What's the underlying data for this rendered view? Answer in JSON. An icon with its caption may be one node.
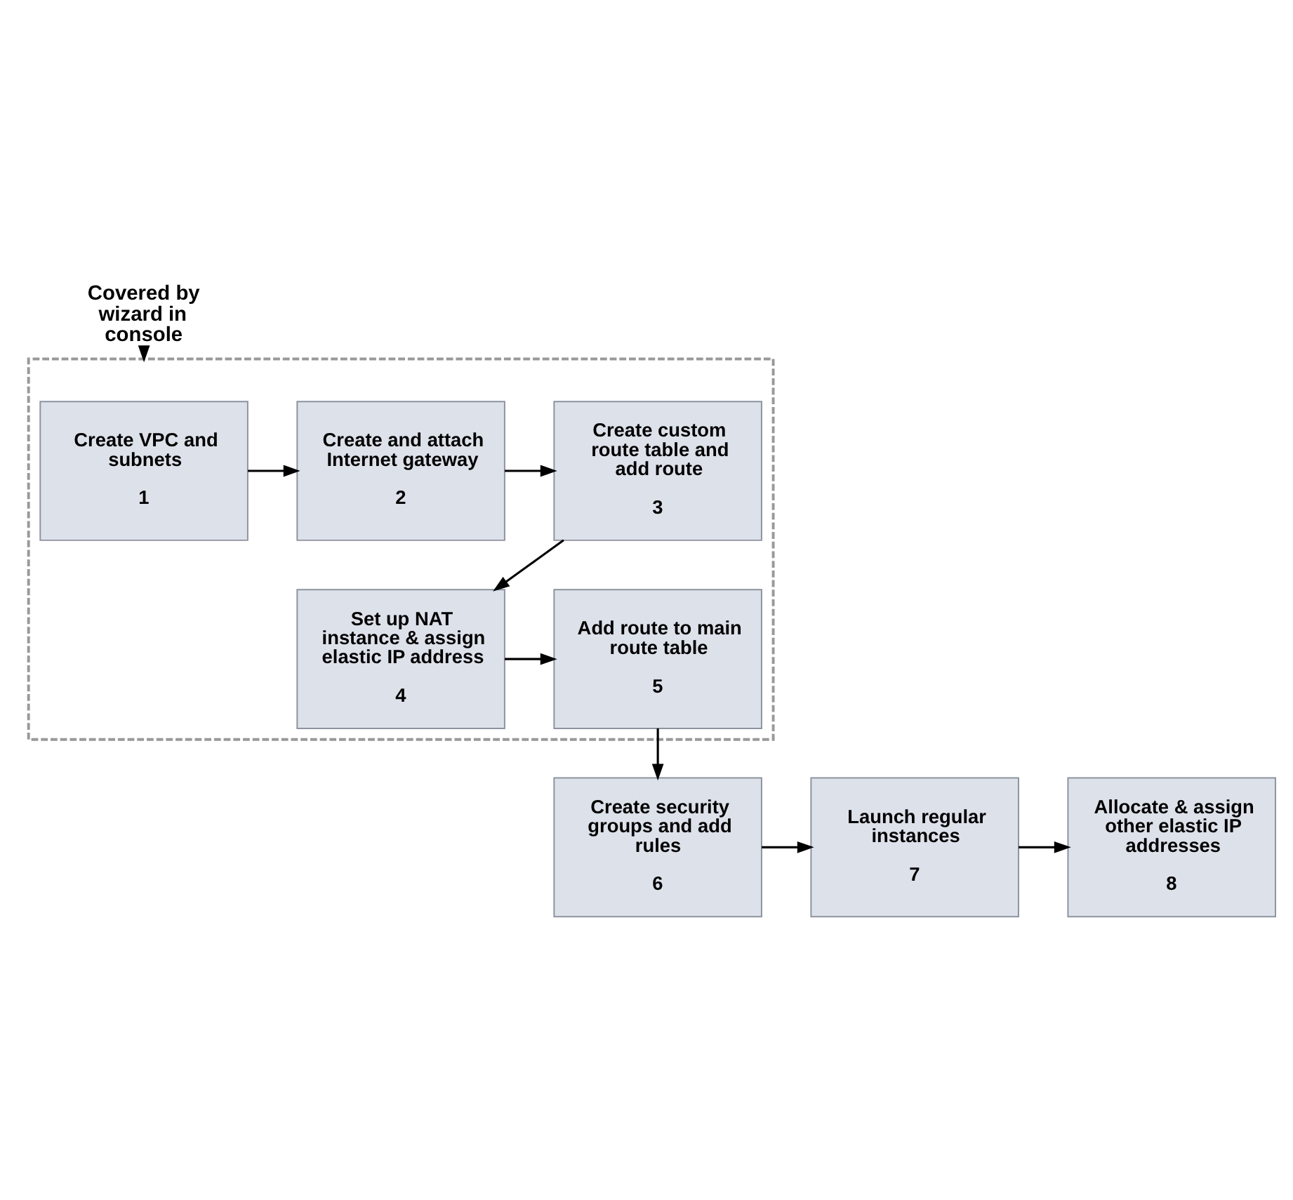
{
  "diagram": {
    "nodes": [
      {
        "text": [
          "Covered by wizard in console"
        ]
      },
      {
        "text": [],
        "shape": "box"
      },
      {
        "text": [
          "Create VPC and subnets",
          "1"
        ],
        "in": 1
      },
      {
        "text": [
          "Create and attach Internet gateway",
          "2"
        ],
        "in": 1
      },
      {
        "text": [
          "Create custom route table and add route",
          "3"
        ],
        "in": 1
      },
      {
        "text": [
          "Set up NAT instance & assign elastic IP address",
          "4"
        ],
        "in": 1
      },
      {
        "text": [
          "Add route to main route table",
          "5"
        ],
        "in": 1
      },
      {
        "text": [
          "Create security groups and add rules",
          "6"
        ]
      },
      {
        "text": [
          "Launch regular instances",
          "7"
        ]
      },
      {
        "text": [
          "Allocate & assign other elastic IP addresses",
          "8"
        ]
      }
    ],
    "edges": [
      {
        "from": 0,
        "to": 1,
        "arrow": "to"
      },
      {
        "from": 2,
        "to": 3,
        "arrow": "to"
      },
      {
        "from": 3,
        "to": 4,
        "arrow": "to"
      },
      {
        "from": 4,
        "to": 5,
        "arrow": "to"
      },
      {
        "from": 5,
        "to": 6,
        "arrow": "to"
      },
      {
        "from": 6,
        "to": 7,
        "arrow": "to"
      },
      {
        "from": 7,
        "to": 8,
        "arrow": "to"
      },
      {
        "from": 8,
        "to": 9,
        "arrow": "to"
      }
    ]
  }
}
